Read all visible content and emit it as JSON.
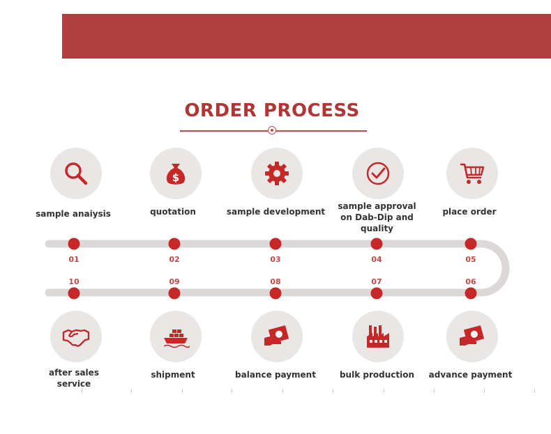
{
  "title": "ORDER PROCESS",
  "colors": {
    "banner": "#b13f3f",
    "accent": "#c0392b",
    "track": "#dcd8d8",
    "icon_bg": "#e9e6e6"
  },
  "steps": [
    {
      "num": "01",
      "label": "sample anaiysis",
      "icon": "magnifier-icon"
    },
    {
      "num": "02",
      "label": "quotation",
      "icon": "money-bag-icon"
    },
    {
      "num": "03",
      "label": "sample development",
      "icon": "gear-icon"
    },
    {
      "num": "04",
      "label": "sample approval on Dab-Dip and quality",
      "icon": "check-circle-icon"
    },
    {
      "num": "05",
      "label": "place order",
      "icon": "shopping-cart-icon"
    },
    {
      "num": "06",
      "label": "advance payment",
      "icon": "payment-icon"
    },
    {
      "num": "07",
      "label": "bulk production",
      "icon": "factory-icon"
    },
    {
      "num": "08",
      "label": "balance payment",
      "icon": "payment-icon"
    },
    {
      "num": "09",
      "label": "shipment",
      "icon": "ship-icon"
    },
    {
      "num": "10",
      "label": "after sales service",
      "icon": "handshake-icon"
    }
  ]
}
